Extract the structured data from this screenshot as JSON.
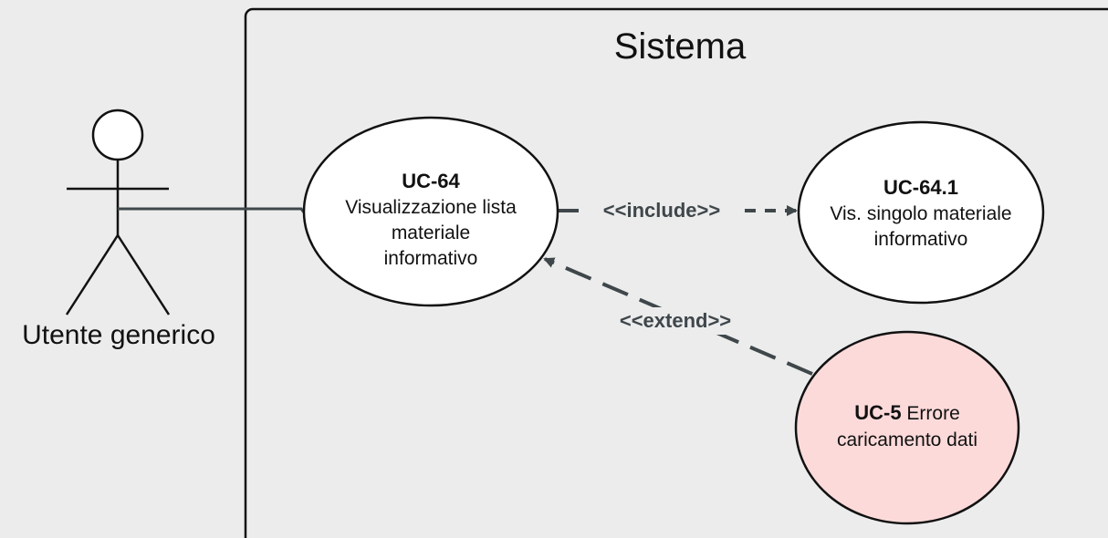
{
  "diagram": {
    "system": {
      "title": "Sistema"
    },
    "actor": {
      "name": "Utente generico"
    },
    "use_cases": {
      "uc64": {
        "id": "UC-64",
        "lines": [
          "Visualizzazione lista",
          "materiale",
          "informativo"
        ]
      },
      "uc64_1": {
        "id": "UC-64.1",
        "lines": [
          "Vis. singolo materiale",
          "informativo"
        ]
      },
      "uc5": {
        "id": "UC-5",
        "inline_text": " Errore",
        "line2": "caricamento dati"
      }
    },
    "relations": {
      "include_label": "<<include>>",
      "extend_label": "<<extend>>"
    },
    "colors": {
      "background": "#ececec",
      "use_case_fill": "#ffffff",
      "error_use_case_fill": "#fddada",
      "connector": "#3f474b",
      "outline": "#111111"
    }
  }
}
